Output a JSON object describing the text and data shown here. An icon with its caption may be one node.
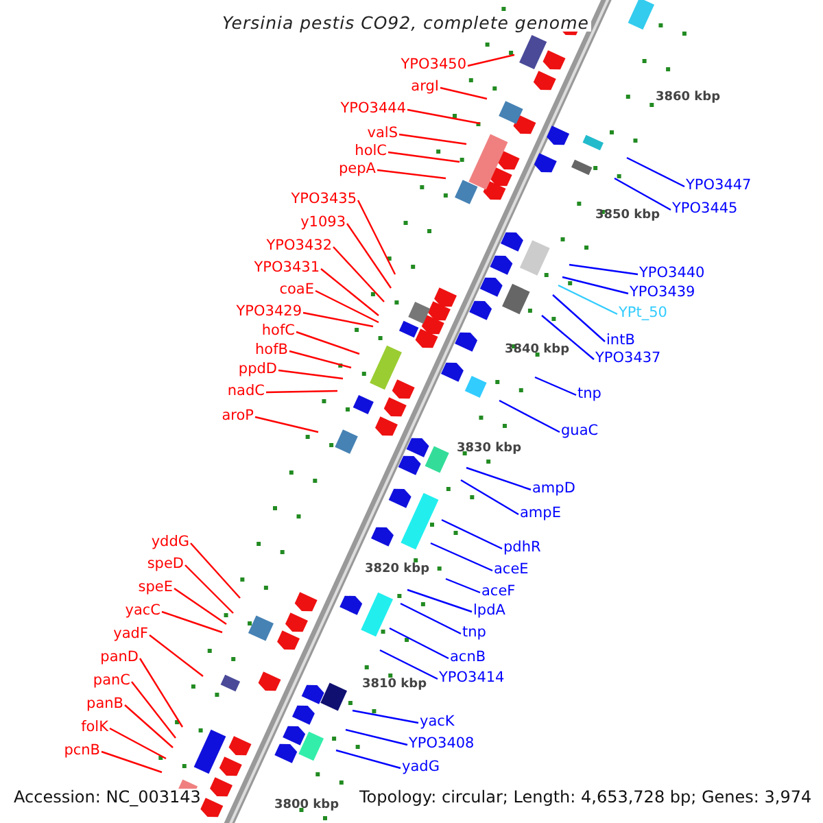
{
  "diagram": {
    "title": "Yersinia pestis CO92, complete genome",
    "nodes": [
      {
        "text": [
          "YPO3450"
        ]
      },
      {
        "text": [
          "argI"
        ]
      },
      {
        "text": [
          "YPO3444"
        ]
      },
      {
        "text": [
          "valS"
        ]
      },
      {
        "text": [
          "holC"
        ]
      },
      {
        "text": [
          "pepA"
        ]
      },
      {
        "text": [
          "YPO3435"
        ]
      },
      {
        "text": [
          "y1093"
        ]
      },
      {
        "text": [
          "YPO3432"
        ]
      },
      {
        "text": [
          "YPO3431"
        ]
      },
      {
        "text": [
          "coaE"
        ]
      },
      {
        "text": [
          "YPO3429"
        ]
      },
      {
        "text": [
          "hofC"
        ]
      },
      {
        "text": [
          "hofB"
        ]
      },
      {
        "text": [
          "ppdD"
        ]
      },
      {
        "text": [
          "nadC"
        ]
      },
      {
        "text": [
          "aroP"
        ]
      },
      {
        "text": [
          "yddG"
        ]
      },
      {
        "text": [
          "speD"
        ]
      },
      {
        "text": [
          "speE"
        ]
      },
      {
        "text": [
          "yacC"
        ]
      },
      {
        "text": [
          "yadF"
        ]
      },
      {
        "text": [
          "panD"
        ]
      },
      {
        "text": [
          "panC"
        ]
      },
      {
        "text": [
          "panB"
        ]
      },
      {
        "text": [
          "folK"
        ]
      },
      {
        "text": [
          "pcnB"
        ]
      },
      {
        "text": [
          "YPO3447"
        ]
      },
      {
        "text": [
          "YPO3445"
        ]
      },
      {
        "text": [
          "YPO3440"
        ]
      },
      {
        "text": [
          "YPO3439"
        ]
      },
      {
        "text": [
          "YPt_50"
        ]
      },
      {
        "text": [
          "intB"
        ]
      },
      {
        "text": [
          "YPO3437"
        ]
      },
      {
        "text": [
          "tnp"
        ]
      },
      {
        "text": [
          "guaC"
        ]
      },
      {
        "text": [
          "ampD"
        ]
      },
      {
        "text": [
          "ampE"
        ]
      },
      {
        "text": [
          "pdhR"
        ]
      },
      {
        "text": [
          "aceE"
        ]
      },
      {
        "text": [
          "aceF"
        ]
      },
      {
        "text": [
          "lpdA"
        ]
      },
      {
        "text": [
          "tnp"
        ]
      },
      {
        "text": [
          "acnB"
        ]
      },
      {
        "text": [
          "YPO3414"
        ]
      },
      {
        "text": [
          "yacK"
        ]
      },
      {
        "text": [
          "YPO3408"
        ]
      },
      {
        "text": [
          "yadG"
        ]
      }
    ],
    "edges": [
      {
        "from": 0,
        "to": null,
        "arrow": "none"
      },
      {
        "from": 1,
        "to": null,
        "arrow": "none"
      },
      {
        "from": 2,
        "to": null,
        "arrow": "none"
      },
      {
        "from": 3,
        "to": null,
        "arrow": "none"
      },
      {
        "from": 4,
        "to": null,
        "arrow": "none"
      },
      {
        "from": 5,
        "to": null,
        "arrow": "none"
      },
      {
        "from": 6,
        "to": null,
        "arrow": "none"
      },
      {
        "from": 7,
        "to": null,
        "arrow": "none"
      },
      {
        "from": 8,
        "to": null,
        "arrow": "none"
      },
      {
        "from": 9,
        "to": null,
        "arrow": "none"
      },
      {
        "from": 10,
        "to": null,
        "arrow": "none"
      },
      {
        "from": 11,
        "to": null,
        "arrow": "none"
      },
      {
        "from": 12,
        "to": null,
        "arrow": "none"
      },
      {
        "from": 13,
        "to": null,
        "arrow": "none"
      },
      {
        "from": 14,
        "to": null,
        "arrow": "none"
      },
      {
        "from": 15,
        "to": null,
        "arrow": "none"
      },
      {
        "from": 16,
        "to": null,
        "arrow": "none"
      },
      {
        "from": 17,
        "to": null,
        "arrow": "none"
      },
      {
        "from": 18,
        "to": null,
        "arrow": "none"
      },
      {
        "from": 19,
        "to": null,
        "arrow": "none"
      },
      {
        "from": 20,
        "to": null,
        "arrow": "none"
      },
      {
        "from": 21,
        "to": null,
        "arrow": "none"
      },
      {
        "from": 22,
        "to": null,
        "arrow": "none"
      },
      {
        "from": 23,
        "to": null,
        "arrow": "none"
      },
      {
        "from": 24,
        "to": null,
        "arrow": "none"
      },
      {
        "from": 25,
        "to": null,
        "arrow": "none"
      },
      {
        "from": 26,
        "to": null,
        "arrow": "none"
      },
      {
        "from": 27,
        "to": null,
        "arrow": "none",
        "color": "#0000ff"
      },
      {
        "from": 28,
        "to": null,
        "arrow": "none",
        "color": "#0000ff"
      },
      {
        "from": 29,
        "to": null,
        "arrow": "none",
        "color": "#0000ff"
      },
      {
        "from": 30,
        "to": null,
        "arrow": "none",
        "color": "#0000ff"
      },
      {
        "from": 31,
        "to": null,
        "arrow": "none",
        "color": "#33ccff"
      },
      {
        "from": 32,
        "to": null,
        "arrow": "none",
        "color": "#0000ff"
      },
      {
        "from": 33,
        "to": null,
        "arrow": "none",
        "color": "#0000ff"
      },
      {
        "from": 34,
        "to": null,
        "arrow": "none",
        "color": "#0000ff"
      },
      {
        "from": 35,
        "to": null,
        "arrow": "none",
        "color": "#0000ff"
      },
      {
        "from": 36,
        "to": null,
        "arrow": "none",
        "color": "#0000ff"
      },
      {
        "from": 37,
        "to": null,
        "arrow": "none",
        "color": "#0000ff"
      },
      {
        "from": 38,
        "to": null,
        "arrow": "none",
        "color": "#0000ff"
      },
      {
        "from": 39,
        "to": null,
        "arrow": "none",
        "color": "#0000ff"
      },
      {
        "from": 40,
        "to": null,
        "arrow": "none",
        "color": "#0000ff"
      },
      {
        "from": 41,
        "to": null,
        "arrow": "none",
        "color": "#0000ff"
      },
      {
        "from": 42,
        "to": null,
        "arrow": "none",
        "color": "#0000ff"
      },
      {
        "from": 43,
        "to": null,
        "arrow": "none",
        "color": "#0000ff"
      },
      {
        "from": 44,
        "to": null,
        "arrow": "none",
        "color": "#0000ff"
      },
      {
        "from": 45,
        "to": null,
        "arrow": "none",
        "color": "#0000ff"
      },
      {
        "from": 46,
        "to": null,
        "arrow": "none",
        "color": "#0000ff"
      },
      {
        "from": 47,
        "to": null,
        "arrow": "none",
        "color": "#0000ff"
      }
    ],
    "labels": [
      "3860 kbp",
      "3850 kbp",
      "3840 kbp",
      "3830 kbp",
      "3820 kbp",
      "3810 kbp",
      "3800 kbp",
      "Accession: NC_003143",
      "Topology: circular; Length: 4,653,728 bp; Genes: 3,974"
    ]
  }
}
